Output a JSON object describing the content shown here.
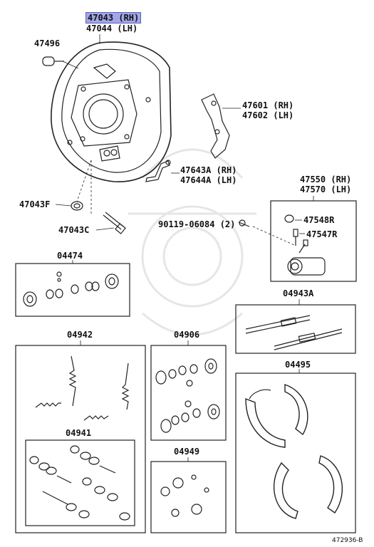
{
  "diagram": {
    "title_rh": "47043 (RH)",
    "title_lh": "47044 (LH)",
    "accent_color": "#a3a6e6",
    "parts": {
      "p47496": "47496",
      "p47601": "47601 (RH)",
      "p47602": "47602 (LH)",
      "p47643a": "47643A (RH)",
      "p47644a": "47644A (LH)",
      "p47550": "47550 (RH)",
      "p47570": "47570 (LH)",
      "p47043f": "47043F",
      "p90119": "90119-06084 (2)",
      "p47548r": "47548R",
      "p47547r": "47547R",
      "p47043c": "47043C",
      "p04474": "04474",
      "p04943a": "04943A",
      "p04942": "04942",
      "p04906": "04906",
      "p04495": "04495",
      "p04941": "04941",
      "p04949": "04949"
    },
    "figure_number": "472936-B"
  }
}
